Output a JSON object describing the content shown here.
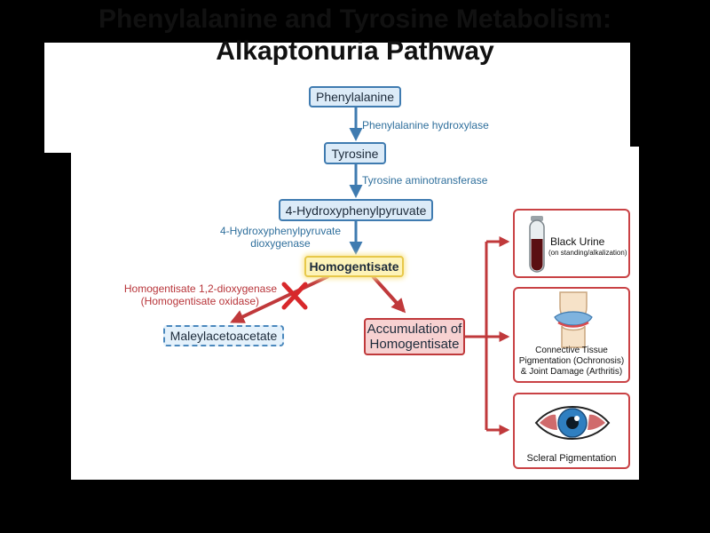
{
  "title": {
    "line1": "Phenylalanine and Tyrosine Metabolism:",
    "line2": "Alkaptonuria Pathway"
  },
  "pathway": {
    "nodes": {
      "phenylalanine": "Phenylalanine",
      "tyrosine": "Tyrosine",
      "hpp": "4-Hydroxyphenylpyruvate",
      "homogentisate": "Homogentisate",
      "maleylacetoacetate": "Maleylacetoacetate",
      "accumulation_line1": "Accumulation of",
      "accumulation_line2": "Homogentisate"
    },
    "enzymes": {
      "phe_hydroxylase": "Phenylalanine hydroxylase",
      "tyr_aminotransferase": "Tyrosine aminotransferase",
      "hpp_dioxygenase_line1": "4-Hydroxyphenylpyruvate",
      "hpp_dioxygenase_line2": "dioxygenase",
      "hga_dioxygenase_line1": "Homogentisate 1,2-dioxygenase",
      "hga_dioxygenase_line2": "(Homogentisate oxidase)"
    }
  },
  "effects": {
    "urine": {
      "label": "Black Urine",
      "sublabel": "(on standing/alkalization)",
      "icon": "urine-tube-icon"
    },
    "joint": {
      "line1": "Connective Tissue",
      "line2": "Pigmentation (Ochronosis)",
      "line3": "& Joint Damage (Arthritis)",
      "icon": "knee-joint-icon"
    },
    "eye": {
      "label": "Scleral Pigmentation",
      "icon": "eye-icon"
    }
  },
  "colors": {
    "blue_arrow": "#3f7bb0",
    "red_arrow": "#c0393b",
    "block_x": "#d8282b",
    "highlight": "#fdf3b8"
  }
}
